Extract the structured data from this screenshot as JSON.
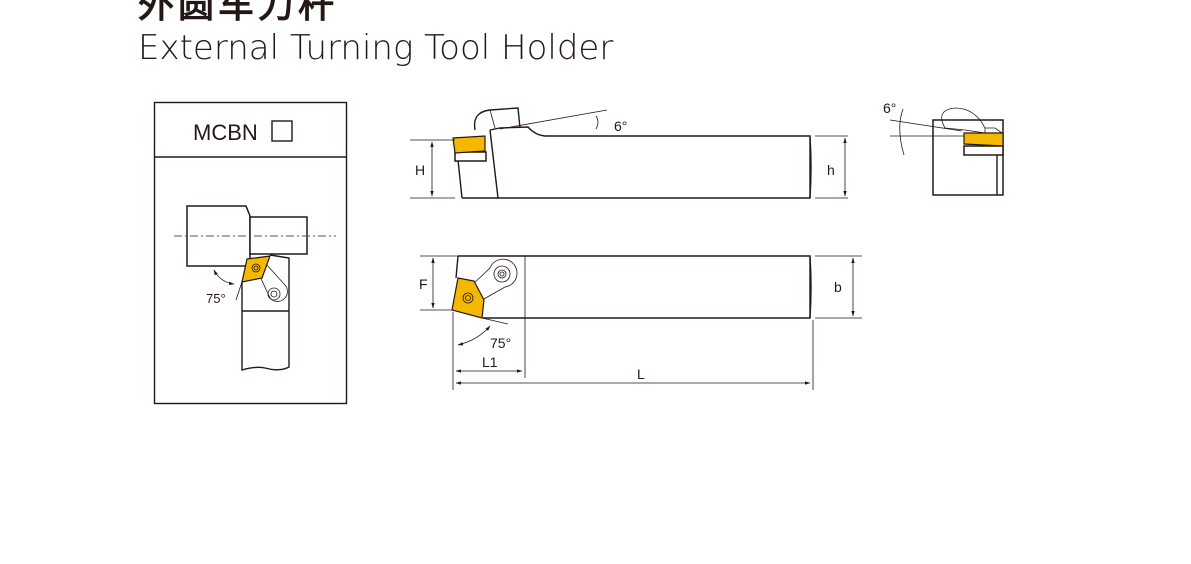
{
  "header": {
    "title_cn": "外圆车刀杆",
    "title_en": "External Turning Tool Holder"
  },
  "designation": {
    "code": "MCBN",
    "angle": "75°"
  },
  "dimensions": {
    "H": "H",
    "h": "h",
    "F": "F",
    "b": "b",
    "L": "L",
    "L1": "L1",
    "rake_angle": "6°",
    "side_angle": "6°",
    "approach_angle": "75°"
  },
  "colors": {
    "insert": "#f5b800",
    "line": "#231815"
  }
}
